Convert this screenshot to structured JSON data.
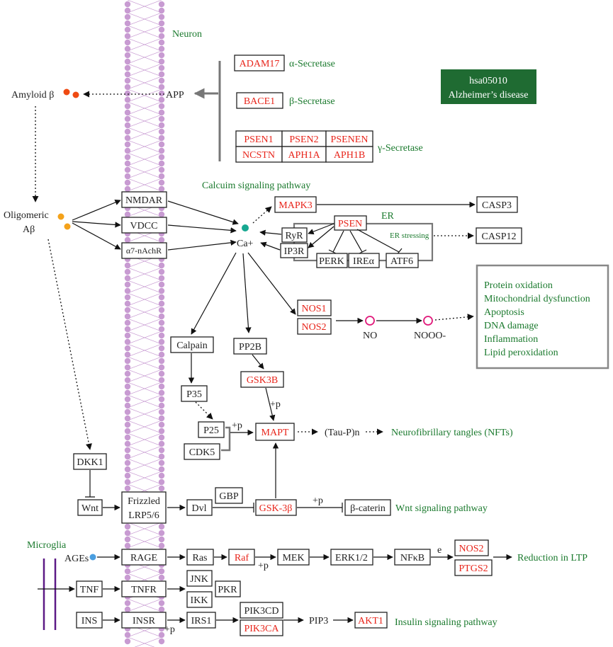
{
  "pathway_badge": {
    "id": "hsa05010",
    "name": "Alzheimer’s disease"
  },
  "regions": {
    "neuron": "Neuron",
    "microglia": "Microglia",
    "er": "ER",
    "er_stressing": "ER stressing"
  },
  "colors": {
    "gene_red": "#e8241a",
    "label_green": "#1b7a2e",
    "membrane_purple": "#c89bd2",
    "badge_green": "#1f6b32"
  },
  "secretases": {
    "alpha": {
      "genes": [
        "ADAM17"
      ],
      "label": "α-Secretase"
    },
    "beta": {
      "genes": [
        "BACE1"
      ],
      "label": "β-Secretase"
    },
    "gamma": {
      "genes": [
        "PSEN1",
        "PSEN2",
        "PSENEN",
        "NCSTN",
        "APH1A",
        "APH1B"
      ],
      "label": "γ-Secretase"
    }
  },
  "left_labels": {
    "amyloid": "Amyloid β",
    "app": "APP",
    "oligomeric": "Oligomeric",
    "abeta": "Aβ",
    "ages": "AGEs"
  },
  "receptors": {
    "nmdar": "NMDAR",
    "vdcc": "VDCC",
    "a7": "α7-nAchR",
    "frizzled": "Frizzled",
    "lrp": "LRP5/6",
    "rage": "RAGE",
    "tnfr": "TNFR",
    "insr": "INSR"
  },
  "calcium": {
    "pathway": "Calcuim signaling pathway",
    "ca": "Ca+",
    "ryr": "RyR",
    "ip3r": "IP3R",
    "psen": "PSEN",
    "perk": "PERK",
    "irea": "IREα",
    "atf6": "ATF6",
    "mapk3": "MAPK3",
    "casp3": "CASP3",
    "casp12": "CASP12"
  },
  "nos": {
    "nos1": "NOS1",
    "nos2": "NOS2",
    "no": "NO",
    "nooo": "NOOO-"
  },
  "effects": [
    "Protein oxidation",
    "Mitochondrial dysfunction",
    "Apoptosis",
    "DNA damage",
    "Inflammation",
    "Lipid peroxidation"
  ],
  "tau": {
    "calpain": "Calpain",
    "p35": "P35",
    "p25": "P25",
    "cdk5": "CDK5",
    "pp2b": "PP2B",
    "gsk3b": "GSK3B",
    "mapt": "MAPT",
    "plus_p": "+p",
    "taup": "(Tau-P)n",
    "nft": "Neurofibrillary tangles (NFTs)"
  },
  "wnt": {
    "dkk1": "DKK1",
    "wnt": "Wnt",
    "dvl": "Dvl",
    "gbp": "GBP",
    "gsk3beta": "GSK-3β",
    "bcatenin": "β-caterin",
    "pathway": "Wnt signaling pathway"
  },
  "rage_path": {
    "ras": "Ras",
    "raf": "Raf",
    "mek": "MEK",
    "erk": "ERK1/2",
    "nfkb": "NFκB",
    "e": "e",
    "nos2": "NOS2",
    "ptgs2": "PTGS2",
    "ltp": "Reduction in LTP"
  },
  "tnf_path": {
    "tnf": "TNF",
    "jnk": "JNK",
    "ikk": "IKK",
    "pkr": "PKR"
  },
  "ins_path": {
    "ins": "INS",
    "irs1": "IRS1",
    "pik3cd": "PIK3CD",
    "pik3ca": "PIK3CA",
    "pip3": "PIP3",
    "akt1": "AKT1",
    "pathway": "Insulin signaling pathway"
  }
}
